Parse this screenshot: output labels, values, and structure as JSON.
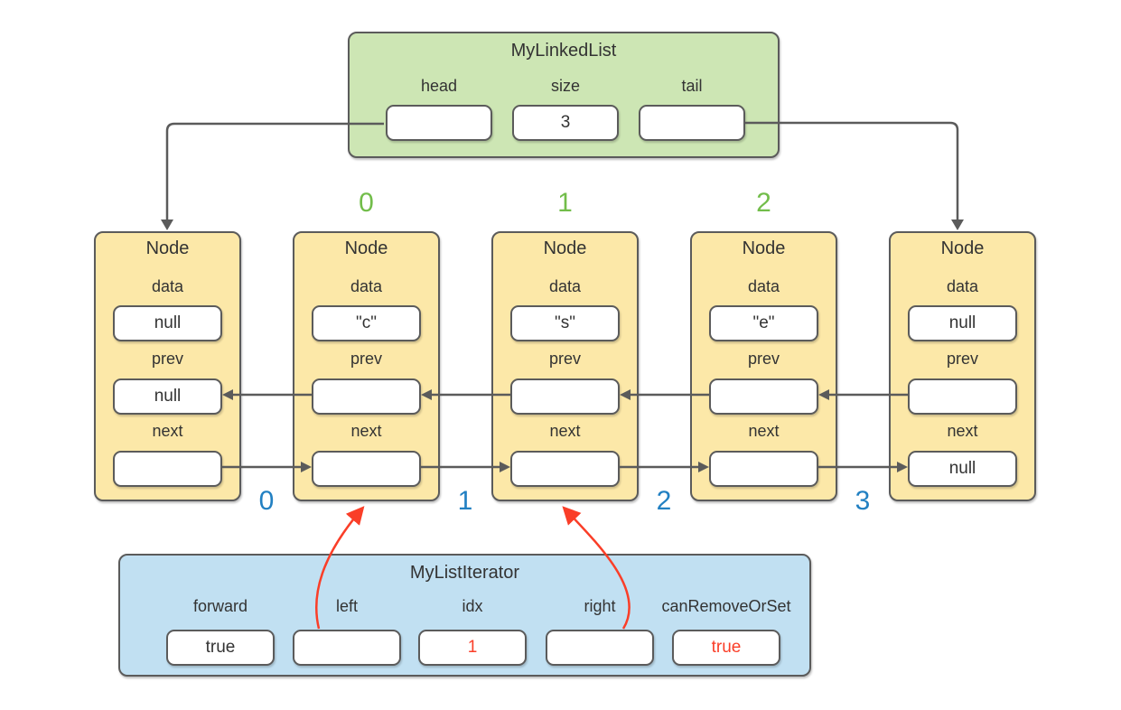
{
  "colors": {
    "container-green": "#cde6b4",
    "node-yellow": "#fce8a8",
    "iterator-blue": "#c1e0f2",
    "border-gray": "#5b5b5b",
    "text-dark": "#333333",
    "index-green": "#72bd4a",
    "index-blue": "#2280c2",
    "highlight-red": "#fa3e28",
    "box-white": "#ffffff"
  },
  "linked_list": {
    "title": "MyLinkedList",
    "fields": [
      {
        "label": "head",
        "value": ""
      },
      {
        "label": "size",
        "value": "3"
      },
      {
        "label": "tail",
        "value": ""
      }
    ]
  },
  "top_indices": [
    "0",
    "1",
    "2"
  ],
  "bottom_indices": [
    "0",
    "1",
    "2",
    "3"
  ],
  "nodes": [
    {
      "title": "Node",
      "fields": [
        {
          "label": "data",
          "value": "null"
        },
        {
          "label": "prev",
          "value": "null"
        },
        {
          "label": "next",
          "value": ""
        }
      ]
    },
    {
      "title": "Node",
      "fields": [
        {
          "label": "data",
          "value": "\"c\""
        },
        {
          "label": "prev",
          "value": ""
        },
        {
          "label": "next",
          "value": ""
        }
      ]
    },
    {
      "title": "Node",
      "fields": [
        {
          "label": "data",
          "value": "\"s\""
        },
        {
          "label": "prev",
          "value": ""
        },
        {
          "label": "next",
          "value": ""
        }
      ]
    },
    {
      "title": "Node",
      "fields": [
        {
          "label": "data",
          "value": "\"e\""
        },
        {
          "label": "prev",
          "value": ""
        },
        {
          "label": "next",
          "value": ""
        }
      ]
    },
    {
      "title": "Node",
      "fields": [
        {
          "label": "data",
          "value": "null"
        },
        {
          "label": "prev",
          "value": ""
        },
        {
          "label": "next",
          "value": "null"
        }
      ]
    }
  ],
  "iterator": {
    "title": "MyListIterator",
    "fields": [
      {
        "label": "forward",
        "value": "true"
      },
      {
        "label": "left",
        "value": ""
      },
      {
        "label": "idx",
        "value": "1"
      },
      {
        "label": "right",
        "value": ""
      },
      {
        "label": "canRemoveOrSet",
        "value": "true"
      }
    ]
  }
}
